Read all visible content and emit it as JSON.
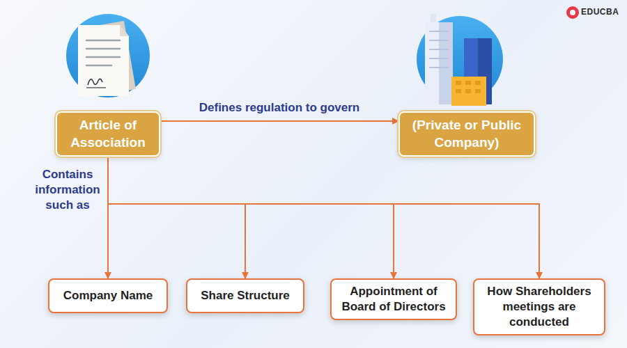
{
  "diagram": {
    "nodes": [
      {
        "text": [
          "Article of Association"
        ]
      },
      {
        "text": [
          "(Private or Public Company)"
        ]
      },
      {
        "text": [
          "Company Name"
        ]
      },
      {
        "text": [
          "Share Structure"
        ]
      },
      {
        "text": [
          "Appointment of Board of Directors"
        ]
      },
      {
        "text": [
          "How Shareholders meetings are conducted"
        ]
      }
    ],
    "edges": [
      {
        "from": 0,
        "to": 1,
        "label": "Defines regulation to govern",
        "arrow": "to"
      },
      {
        "from": 0,
        "to": 2,
        "arrow": "to"
      },
      {
        "from": 0,
        "to": 3,
        "arrow": "to"
      },
      {
        "from": 0,
        "to": 4,
        "arrow": "to"
      },
      {
        "from": 0,
        "to": 5,
        "arrow": "to"
      }
    ],
    "labels": [
      "Contains information such as",
      "EDUCBA"
    ]
  }
}
